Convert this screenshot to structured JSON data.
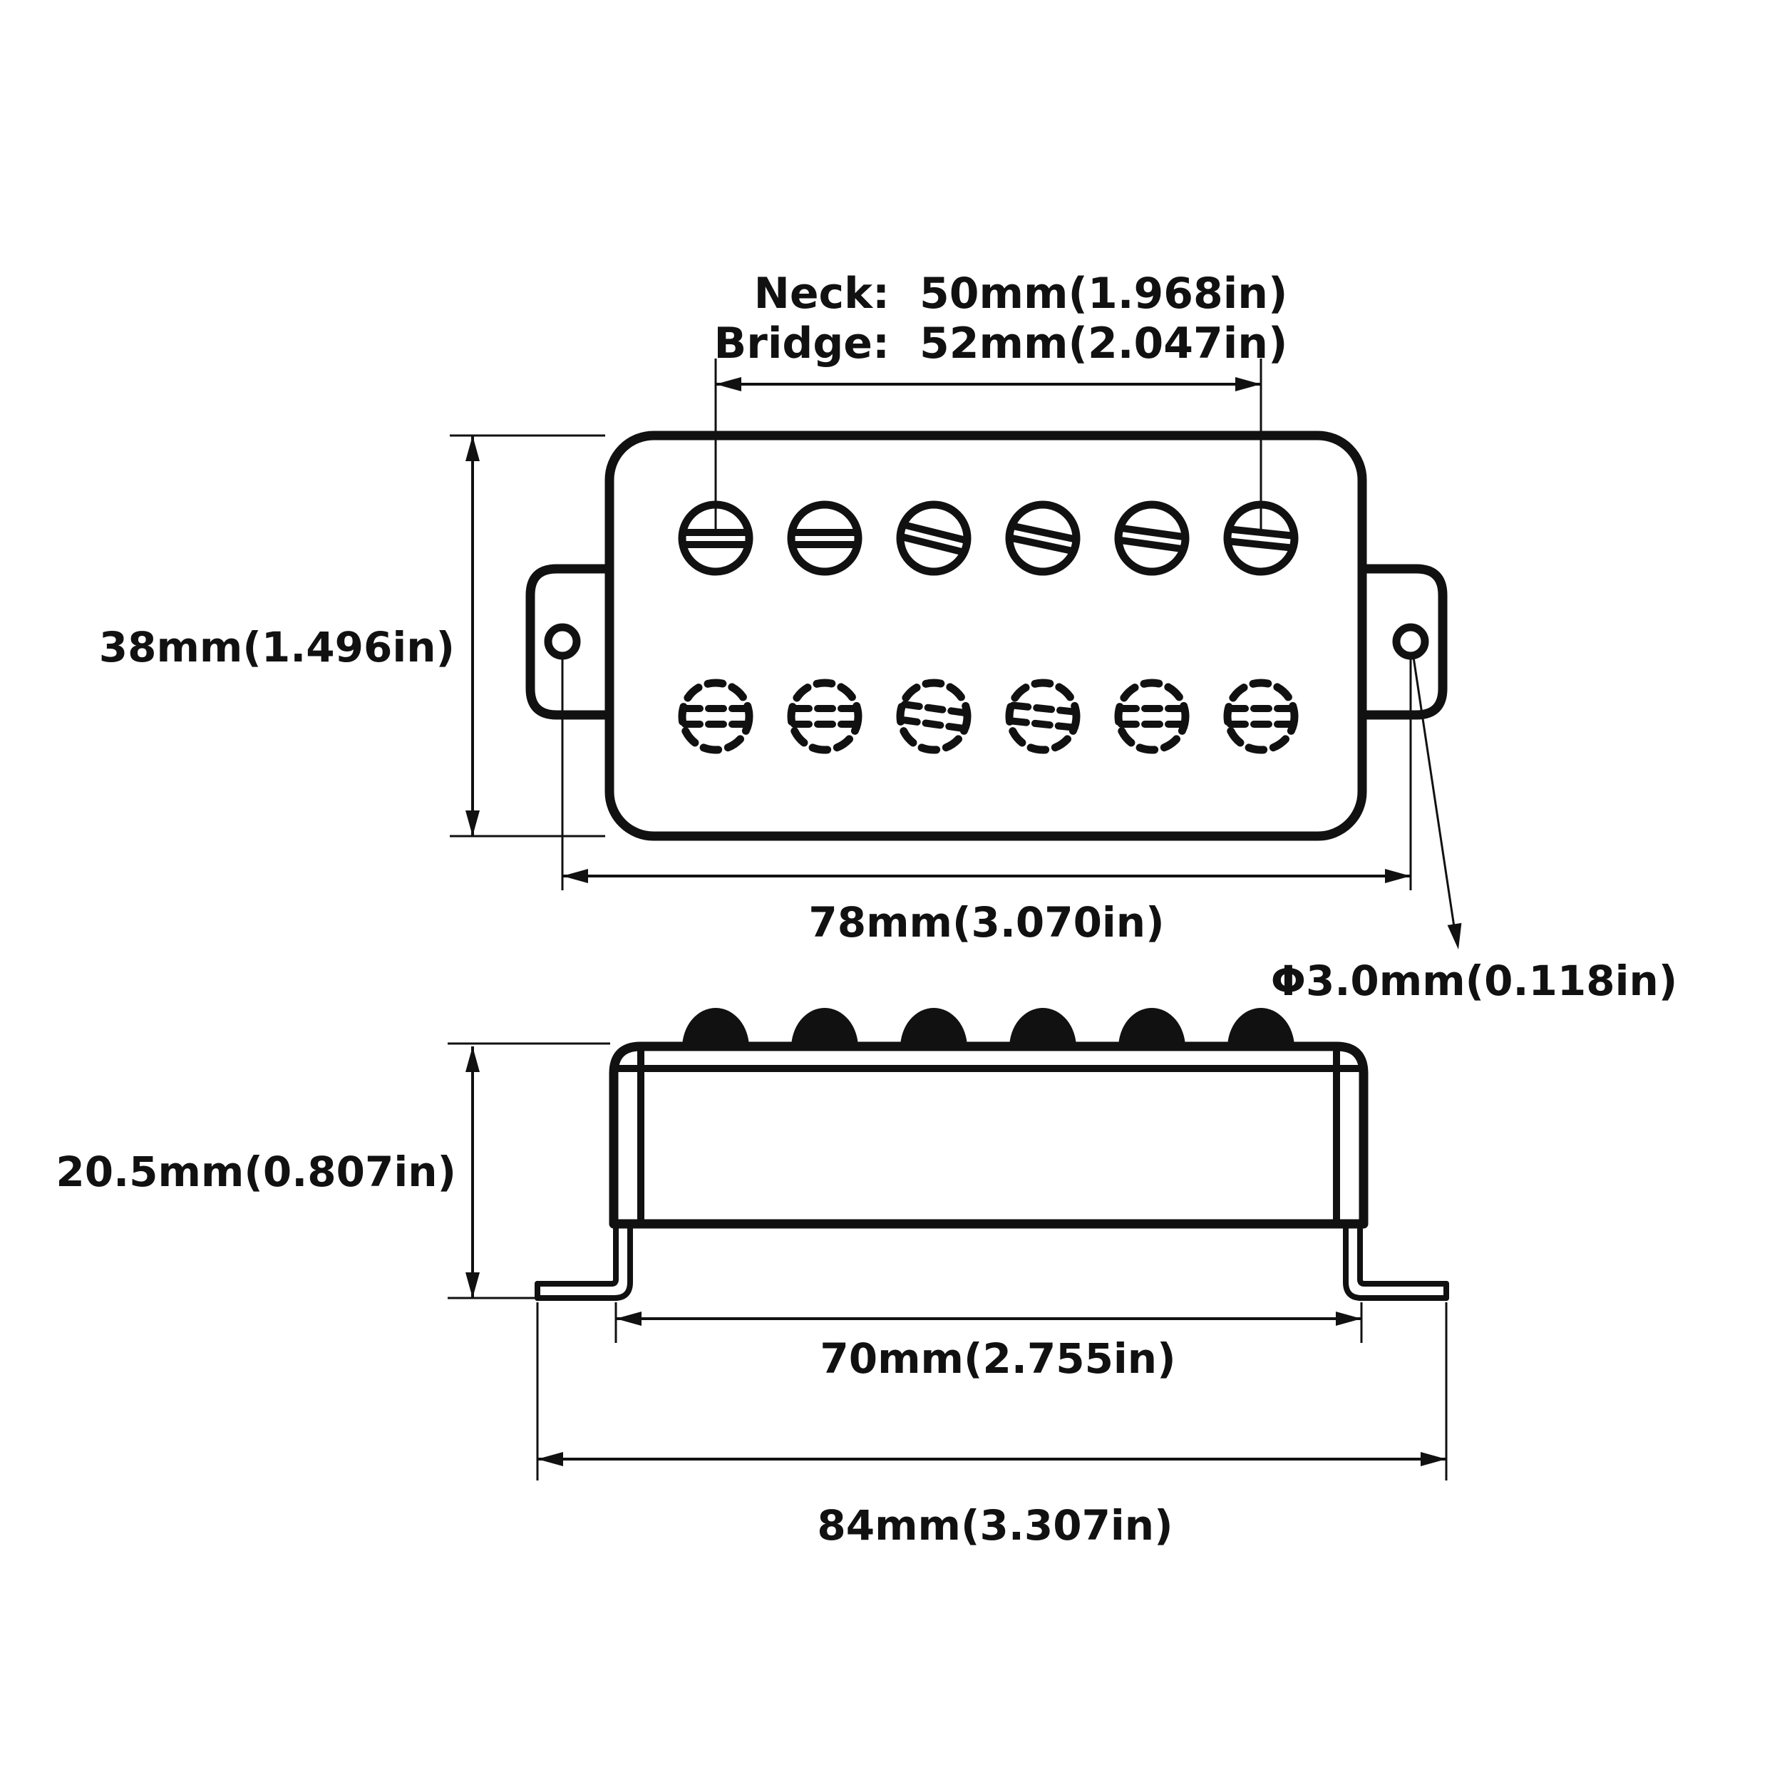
{
  "drawing": {
    "top_view": {
      "neck_label": "Neck:",
      "neck_value": "50mm(1.968in)",
      "bridge_label": "Bridge:",
      "bridge_value": "52mm(2.047in)",
      "height": "38mm(1.496in)",
      "width": "78mm(3.070in)",
      "mount_hole_diameter": "Φ3.0mm(0.118in)"
    },
    "side_view": {
      "height": "20.5mm(0.807in)",
      "base_width": "70mm(2.755in)",
      "overall_width": "84mm(3.307in)"
    },
    "colors": {
      "line": "#111111",
      "background": "#ffffff"
    }
  }
}
